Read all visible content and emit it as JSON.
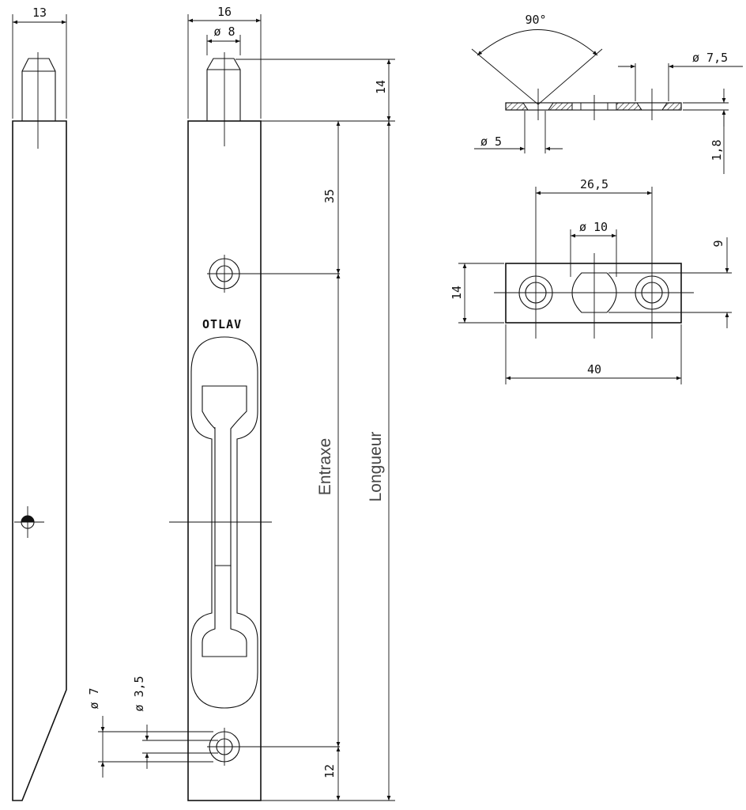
{
  "brand": "OTLAV",
  "labels": {
    "side_width": "13",
    "front_width": "16",
    "pin_diameter": "ø 8",
    "pin_height": "14",
    "first_hole": "35",
    "entraxe": "Entraxe",
    "longueur": "Longueur",
    "bottom_offset": "12",
    "hole_outer": "ø 7",
    "hole_inner": "ø 3,5",
    "angle": "90°",
    "counter_sink": "ø 7,5",
    "hole_small": "ø 5",
    "plate_thickness": "1,8",
    "hole_spacing": "26,5",
    "slot_diameter": "ø 10",
    "offset_9": "9",
    "plate_height": "14",
    "plate_length": "40"
  }
}
